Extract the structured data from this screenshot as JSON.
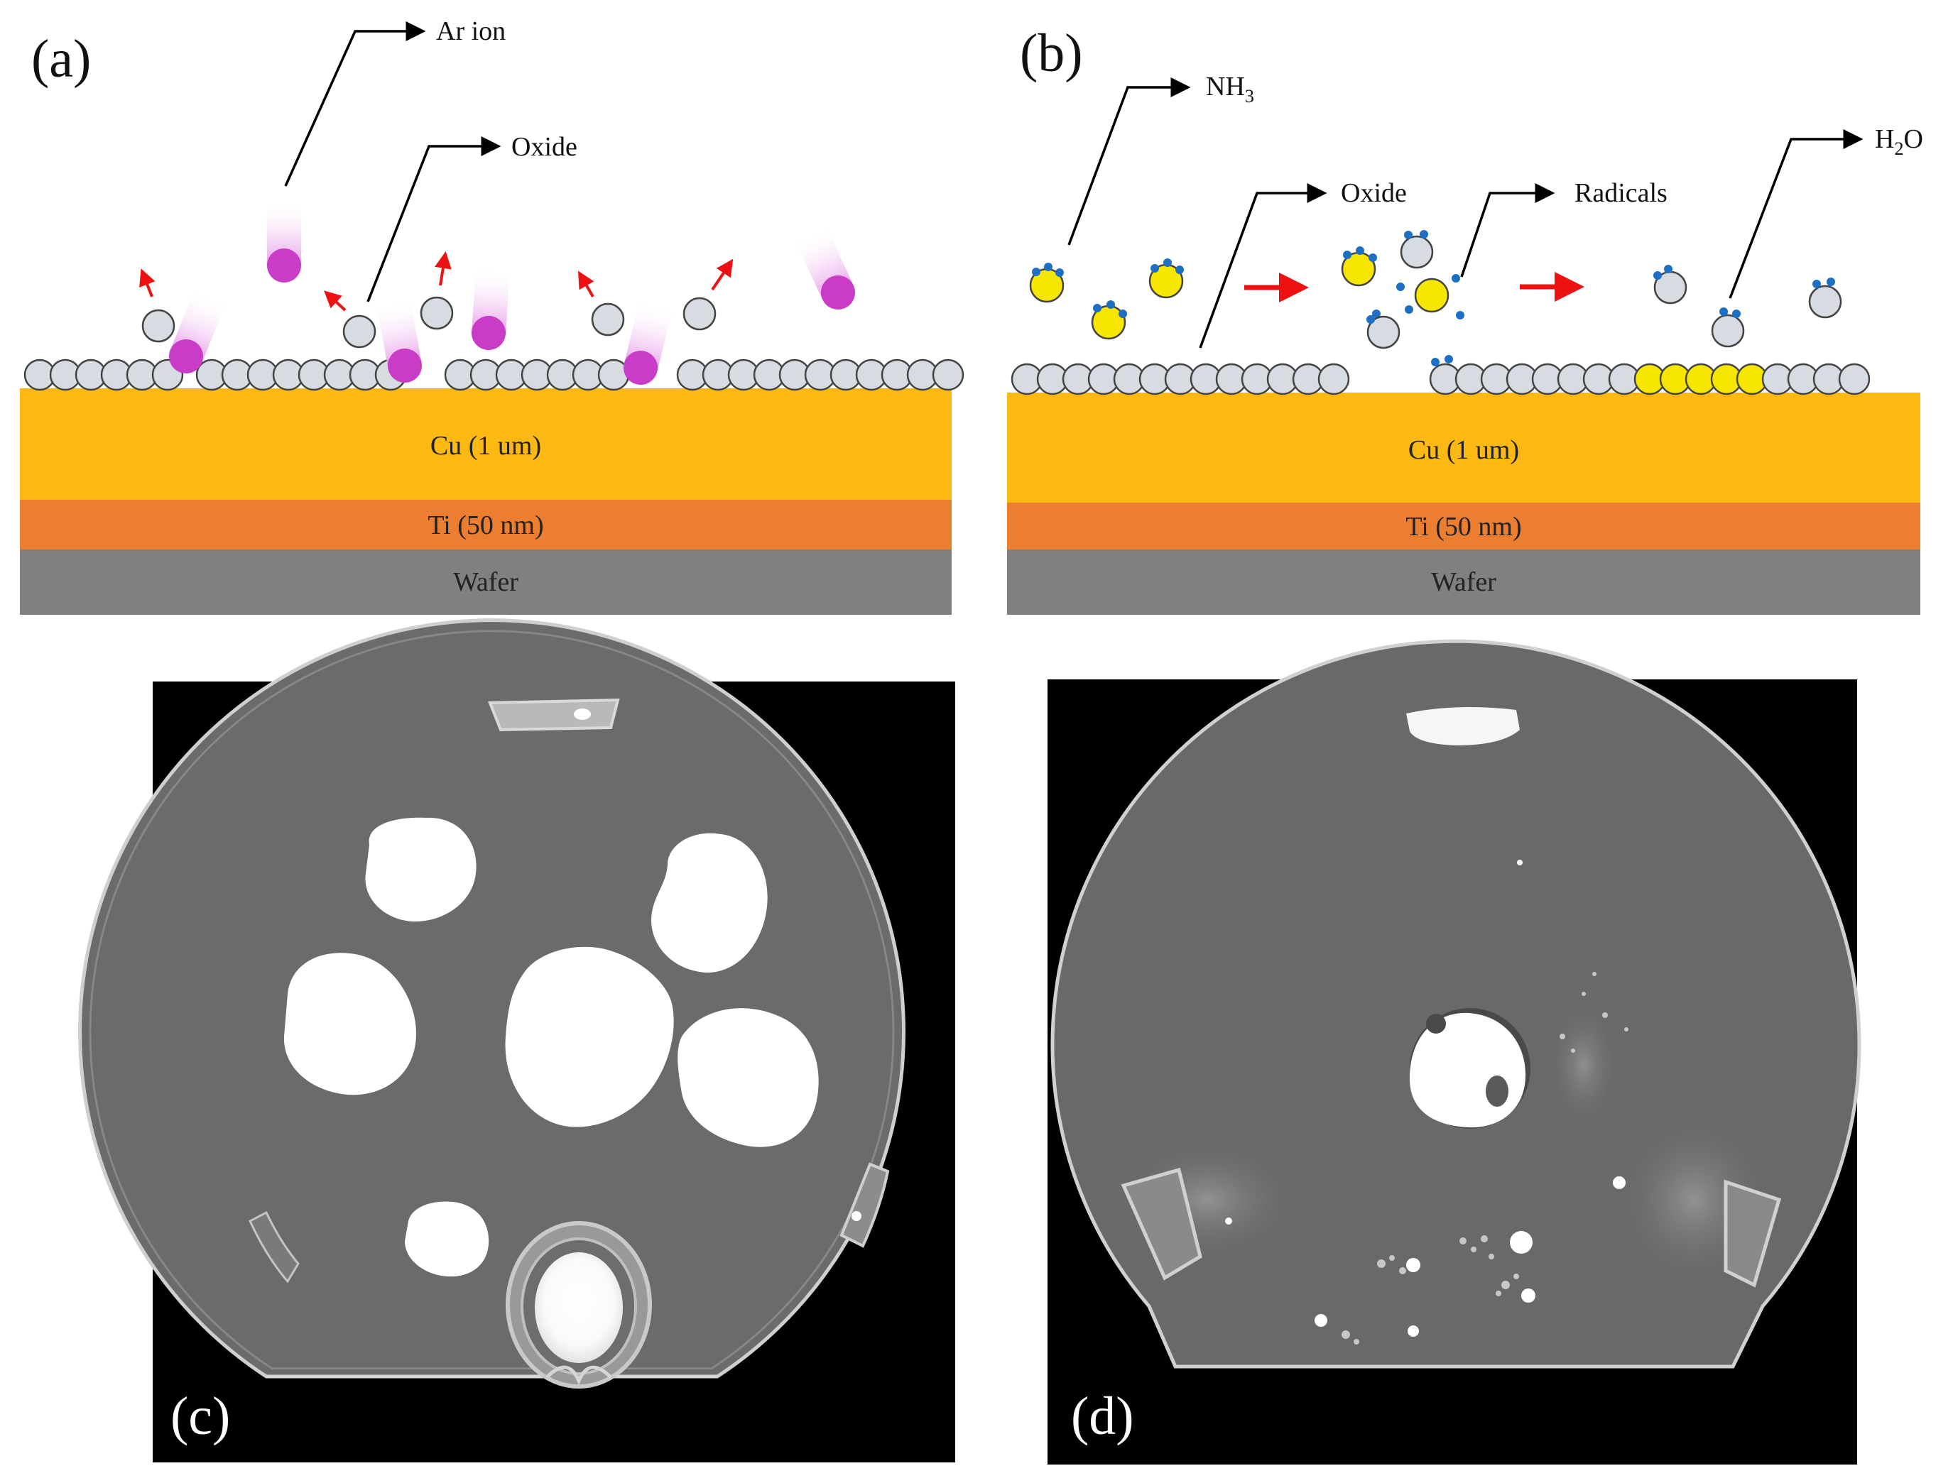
{
  "panels": {
    "a": {
      "label": "(a)",
      "callouts": {
        "ar_ion": "Ar ion",
        "oxide": "Oxide"
      },
      "layers": {
        "cu": "Cu (1 um)",
        "ti": "Ti (50 nm)",
        "wafer": "Wafer"
      }
    },
    "b": {
      "label": "(b)",
      "callouts": {
        "nh3_main": "NH",
        "nh3_sub": "3",
        "oxide": "Oxide",
        "radicals": "Radicals",
        "h2o_h": "H",
        "h2o_sub": "2",
        "h2o_o": "O"
      },
      "layers": {
        "cu": "Cu (1 um)",
        "ti": "Ti (50 nm)",
        "wafer": "Wafer"
      }
    },
    "c": {
      "label": "(c)"
    },
    "d": {
      "label": "(d)"
    }
  },
  "colors": {
    "cu": "#fdb913",
    "ti": "#ec7e31",
    "wafer": "#808080",
    "oxide_atom": "#d7dbe2",
    "ar_ion": "#c83cc8",
    "nh3_atom": "#f7e600",
    "hydrogen": "#1d6fc3",
    "arrow_red": "#ee1111"
  },
  "icons": {
    "ar_ion": "pink-ion-with-trail",
    "oxide": "grey-sphere",
    "nh3": "yellow-sphere-with-blue-hydrogens",
    "flow_arrow": "red-arrow-right",
    "callout": "black-elbow-arrow"
  }
}
